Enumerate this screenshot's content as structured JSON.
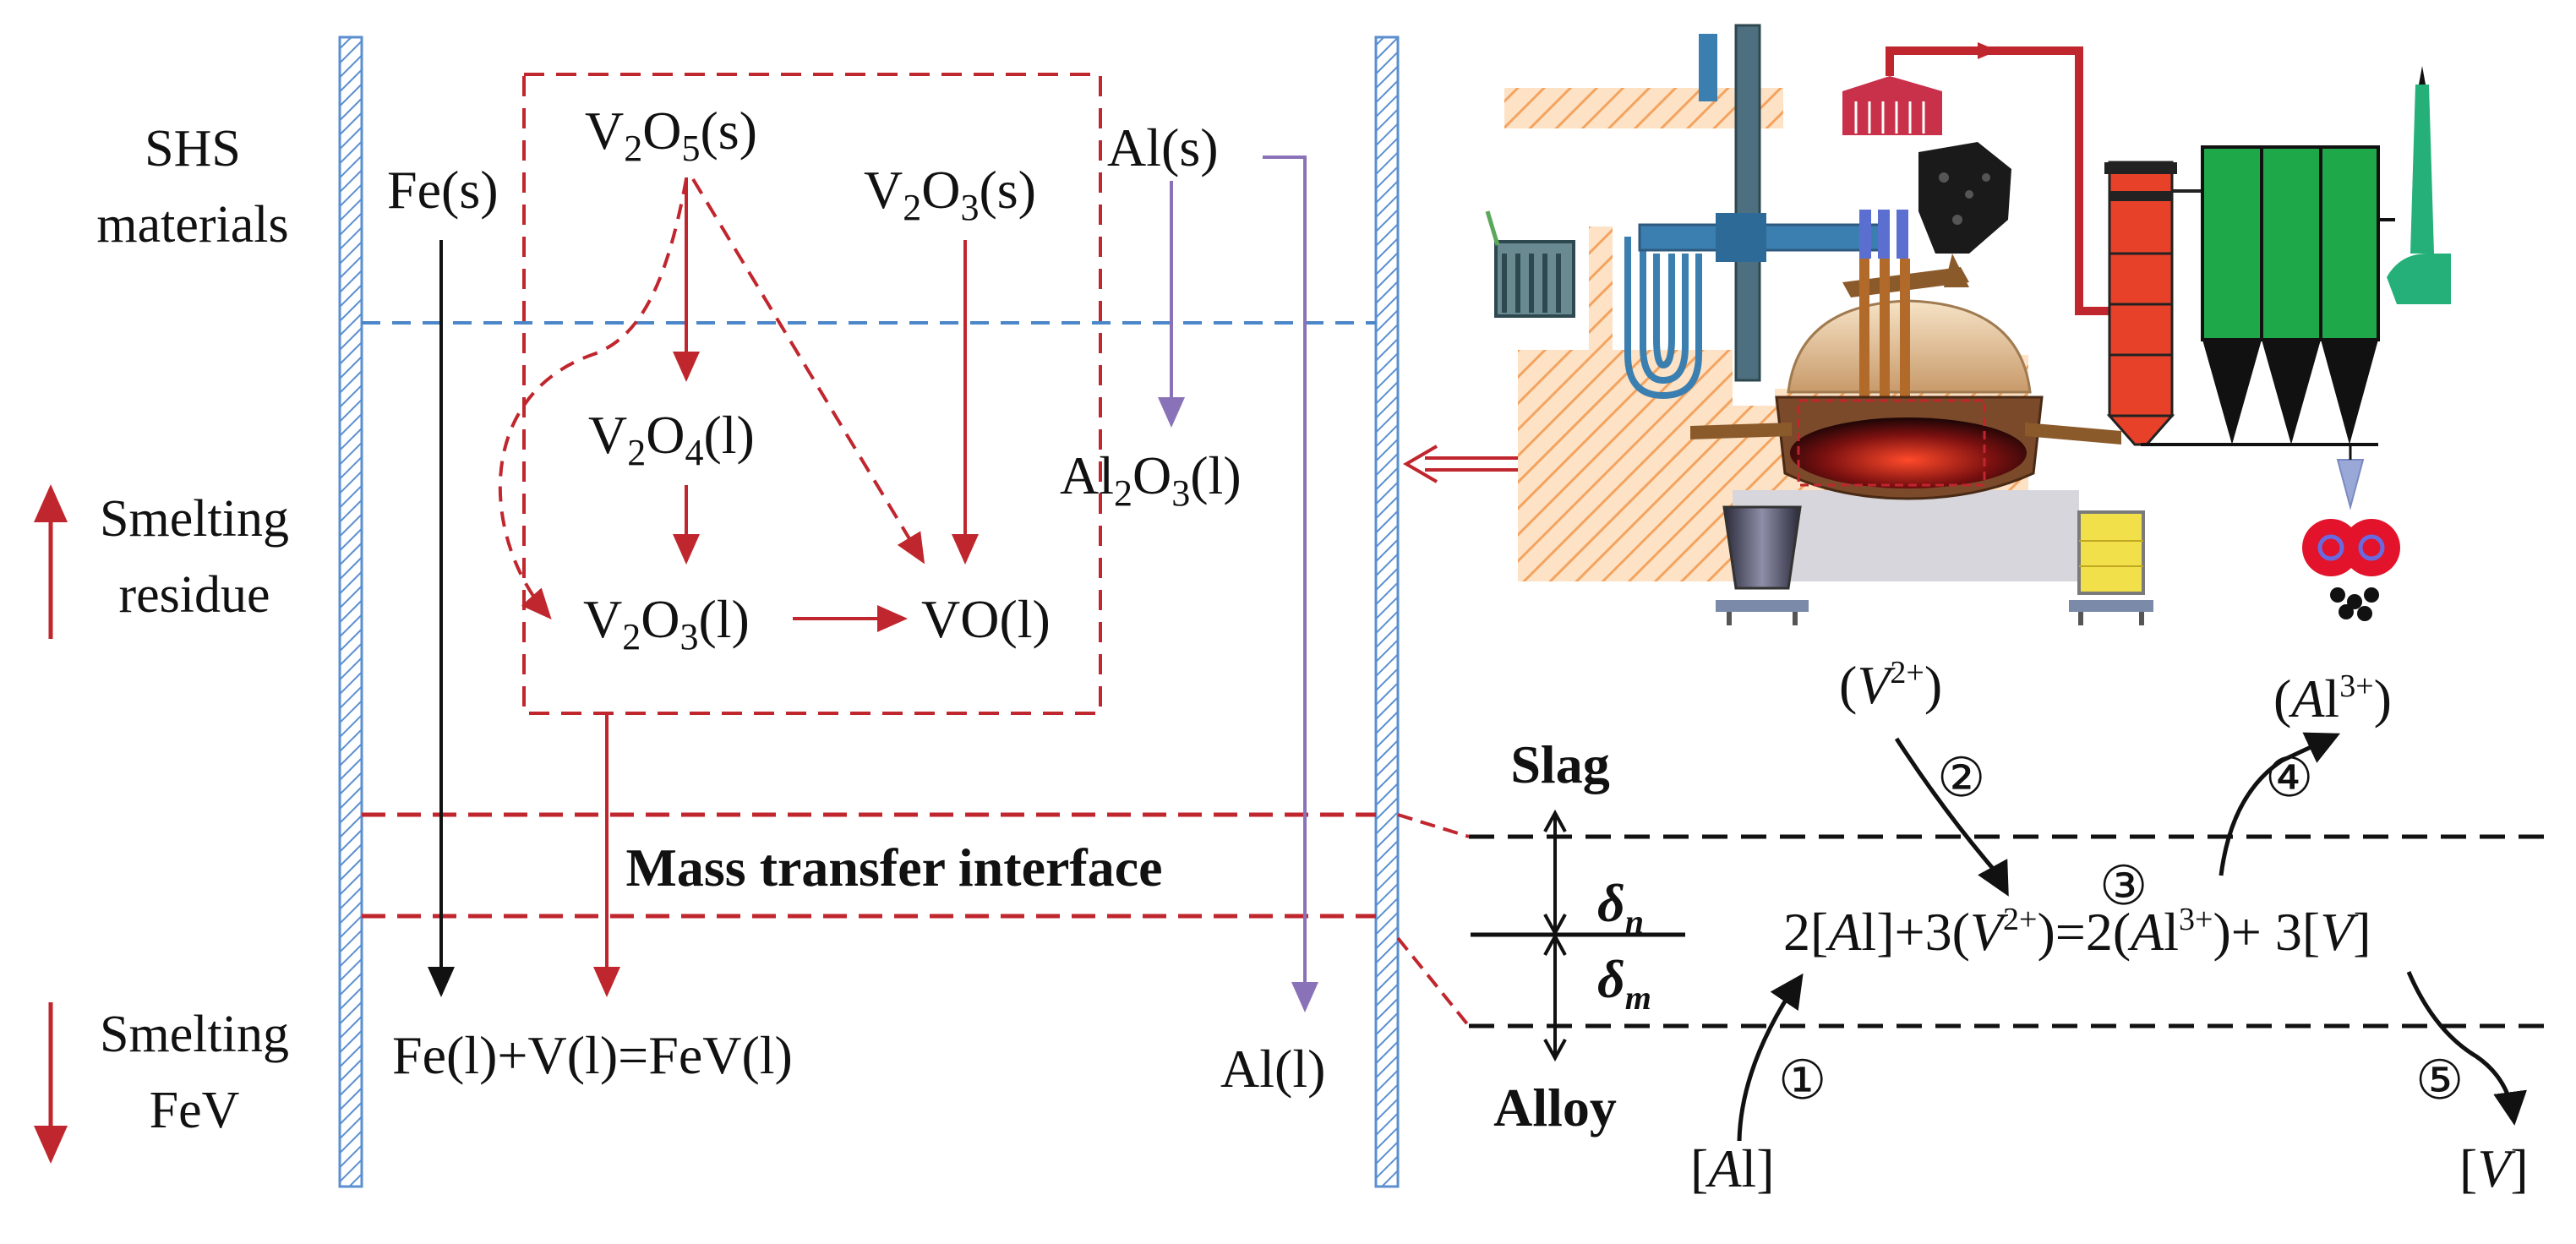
{
  "left_labels": {
    "shs_line1": "SHS",
    "shs_line2": "materials",
    "residue_line1": "Smelting",
    "residue_line2": "residue",
    "fev_line1": "Smelting",
    "fev_line2": "FeV"
  },
  "species": {
    "fe_s": "Fe(s)",
    "v2o5_s": [
      "V",
      "2",
      "O",
      "5",
      "(s)"
    ],
    "v2o3_s": [
      "V",
      "2",
      "O",
      "3",
      "(s)"
    ],
    "al_s": "Al(s)",
    "v2o4_l": [
      "V",
      "2",
      "O",
      "4",
      "(l)"
    ],
    "al2o3_l": [
      "Al",
      "2",
      "O",
      "3",
      "(l)"
    ],
    "v2o3_l": [
      "V",
      "2",
      "O",
      "3",
      "(l)"
    ],
    "vo_l": "VO(l)",
    "fev_eq": "Fe(l)+V(l)=FeV(l)",
    "al_l": "Al(l)"
  },
  "interface": {
    "title": "Mass transfer interface",
    "slag": "Slag",
    "alloy": "Alloy",
    "delta_n": [
      "δ",
      "n"
    ],
    "delta_m": [
      "δ",
      "m"
    ],
    "v2_slag": [
      "(",
      "V",
      "2+",
      ")"
    ],
    "al3_slag": [
      "(",
      "A",
      "l",
      "3+",
      ")"
    ],
    "reaction": [
      "2",
      "[",
      "A",
      "l",
      "]",
      "+3",
      "(",
      "V",
      "2+",
      ")",
      "=",
      "2",
      "(",
      "A",
      "l",
      "3+",
      ")",
      "+ 3",
      "[",
      "V",
      "]"
    ],
    "al_alloy": [
      "[",
      "A",
      "l",
      "]"
    ],
    "v_alloy": [
      "[",
      "V",
      "]"
    ],
    "steps": [
      "①",
      "②",
      "③",
      "④",
      "⑤"
    ]
  },
  "colors": {
    "red": "#c0262d",
    "blue_dash": "#4a86c8",
    "purple": "#8a72b8",
    "wall_blue": "#5b8fd0",
    "black": "#111111",
    "hatch_orange": "#f4a460",
    "filter_green": "#1fa84a",
    "cyclone_red": "#e8412a"
  },
  "icons": [
    "furnace-diagram",
    "dust-collector",
    "electrode",
    "hopper",
    "chimney"
  ]
}
